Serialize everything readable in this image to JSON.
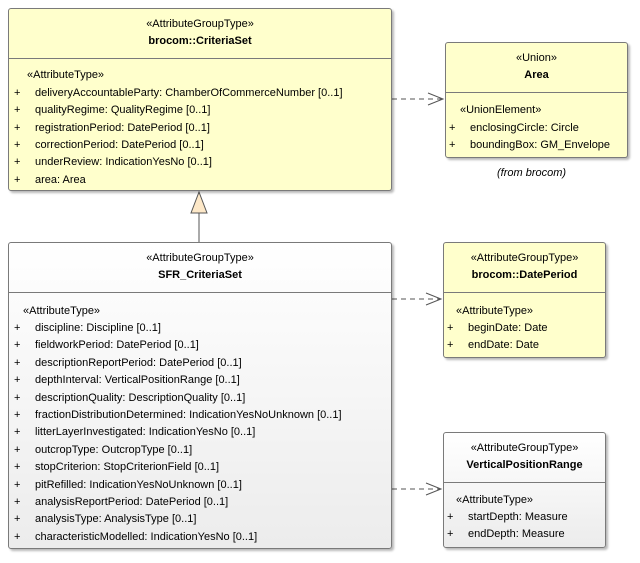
{
  "criteria_set": {
    "stereotype": "«AttributeGroupType»",
    "name": "brocom::CriteriaSet",
    "section": "«AttributeType»",
    "attributes": [
      {
        "vis": "+",
        "text": "deliveryAccountableParty: ChamberOfCommerceNumber [0..1]"
      },
      {
        "vis": "+",
        "text": "qualityRegime: QualityRegime [0..1]"
      },
      {
        "vis": "+",
        "text": "registrationPeriod: DatePeriod [0..1]"
      },
      {
        "vis": "+",
        "text": "correctionPeriod: DatePeriod [0..1]"
      },
      {
        "vis": "+",
        "text": "underReview: IndicationYesNo [0..1]"
      },
      {
        "vis": "+",
        "text": "area: Area"
      }
    ]
  },
  "area": {
    "stereotype": "«Union»",
    "name": "Area",
    "section": "«UnionElement»",
    "attributes": [
      {
        "vis": "+",
        "text": "enclosingCircle: Circle"
      },
      {
        "vis": "+",
        "text": "boundingBox: GM_Envelope"
      }
    ],
    "note": "(from brocom)"
  },
  "sfr_criteria_set": {
    "stereotype": "«AttributeGroupType»",
    "name": "SFR_CriteriaSet",
    "section": "«AttributeType»",
    "attributes": [
      {
        "vis": "+",
        "text": "discipline: Discipline [0..1]"
      },
      {
        "vis": "+",
        "text": "fieldworkPeriod: DatePeriod [0..1]"
      },
      {
        "vis": "+",
        "text": "descriptionReportPeriod: DatePeriod [0..1]"
      },
      {
        "vis": "+",
        "text": "depthInterval: VerticalPositionRange [0..1]"
      },
      {
        "vis": "+",
        "text": "descriptionQuality: DescriptionQuality [0..1]"
      },
      {
        "vis": "+",
        "text": "fractionDistributionDetermined: IndicationYesNoUnknown [0..1]"
      },
      {
        "vis": "+",
        "text": "litterLayerInvestigated: IndicationYesNo [0..1]"
      },
      {
        "vis": "+",
        "text": "outcropType: OutcropType [0..1]"
      },
      {
        "vis": "+",
        "text": "stopCriterion: StopCriterionField [0..1]"
      },
      {
        "vis": "+",
        "text": "pitRefilled: IndicationYesNoUnknown [0..1]"
      },
      {
        "vis": "+",
        "text": "analysisReportPeriod: DatePeriod [0..1]"
      },
      {
        "vis": "+",
        "text": "analysisType: AnalysisType [0..1]"
      },
      {
        "vis": "+",
        "text": "characteristicModelled: IndicationYesNo [0..1]"
      }
    ]
  },
  "date_period": {
    "stereotype": "«AttributeGroupType»",
    "name": "brocom::DatePeriod",
    "section": "«AttributeType»",
    "attributes": [
      {
        "vis": "+",
        "text": "beginDate: Date"
      },
      {
        "vis": "+",
        "text": "endDate: Date"
      }
    ]
  },
  "vertical_position_range": {
    "stereotype": "«AttributeGroupType»",
    "name": "VerticalPositionRange",
    "section": "«AttributeType»",
    "attributes": [
      {
        "vis": "+",
        "text": "startDepth: Measure"
      },
      {
        "vis": "+",
        "text": "endDepth: Measure"
      }
    ]
  },
  "colors": {
    "datatype_fill": "#ffffcc",
    "class_fill": "#f2f2f2",
    "border": "#7a7a7a"
  }
}
